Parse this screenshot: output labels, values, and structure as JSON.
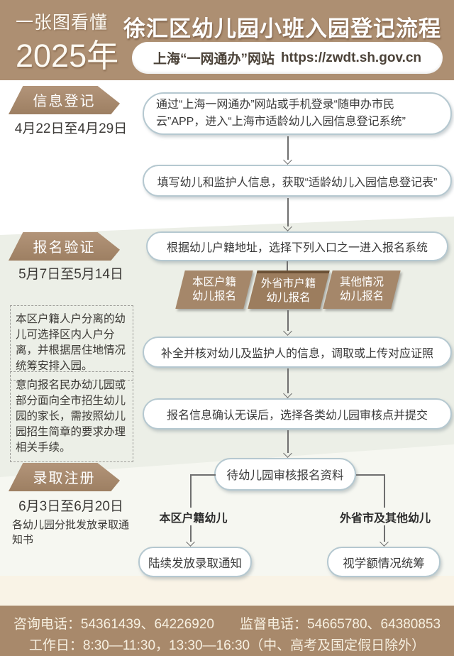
{
  "header": {
    "tagline": "一张图看懂",
    "year": "2025年",
    "title": "徐汇区幼儿园小班入园登记流程",
    "portal_label": "上海“一网通办”网站",
    "portal_url": "https://zwdt.sh.gov.cn"
  },
  "stages": [
    {
      "label": "信息登记",
      "date": "4月22日至4月29日"
    },
    {
      "label": "报名验证",
      "date": "5月7日至5月14日"
    },
    {
      "label": "录取注册",
      "date": "6月3日至6月20日",
      "note": "各幼儿园分批发放录取通知书"
    }
  ],
  "side_notes": [
    "本区户籍人户分离的幼儿可选择区内人户分离，并根据居住地情况统筹安排入园。",
    "意向报名民办幼儿园或部分面向全市招生幼儿园的家长，需按照幼儿园招生简章的要求办理相关手续。"
  ],
  "flow": {
    "step1": "通过“上海一网通办”网站或手机登录“随申办市民云”APP，进入“上海市适龄幼儿入园信息登记系统”",
    "step2": "填写幼儿和监护人信息，获取“适龄幼儿入园信息登记表”",
    "step3": "根据幼儿户籍地址，选择下列入口之一进入报名系统",
    "entries": [
      {
        "line1": "本区户籍",
        "line2": "幼儿报名"
      },
      {
        "line1": "外省市户籍",
        "line2": "幼儿报名"
      },
      {
        "line1": "其他情况",
        "line2": "幼儿报名"
      }
    ],
    "step4": "补全并核对幼儿及监护人的信息，调取或上传对应证照",
    "step5": "报名信息确认无误后，选择各类幼儿园审核点并提交",
    "step6": "待幼儿园审核报名资料",
    "branch_left_label": "本区户籍幼儿",
    "branch_right_label": "外省市及其他幼儿",
    "result_left": "陆续发放录取通知",
    "result_right": "视学额情况统筹"
  },
  "footer": {
    "consult_phone": "咨询电话：54361439、64226920",
    "supervise_phone": "监督电话：54665780、64380853",
    "work_hours": "工作日：8:30—11:30，13:30—16:30（中、高考及国定假日除外）"
  },
  "colors": {
    "header_tan": "#ad8f72",
    "footer_tan": "#a8896b",
    "ribbon_tan": "#a7896b",
    "band_green": "#ecefe7",
    "band_cream": "#f9f3e6",
    "box_border_blue": "#b5c8d0",
    "connector_gray": "#6f6f6f"
  }
}
